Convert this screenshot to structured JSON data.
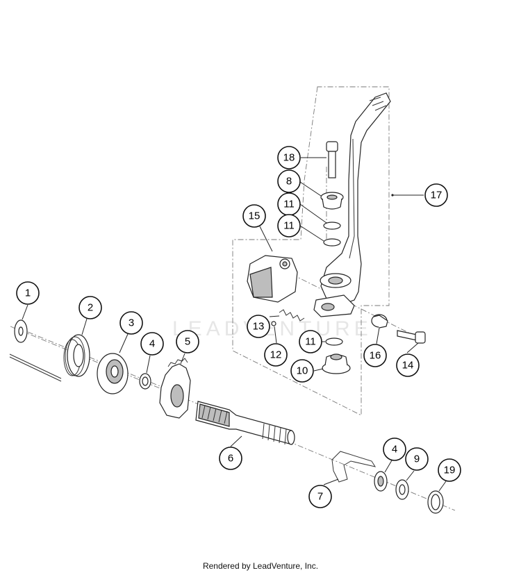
{
  "watermark": "LEADVENTURE",
  "footer": "Rendered by LeadVenture, Inc.",
  "callouts": [
    {
      "id": "c1",
      "label": "1"
    },
    {
      "id": "c2",
      "label": "2"
    },
    {
      "id": "c3",
      "label": "3"
    },
    {
      "id": "c4a",
      "label": "4"
    },
    {
      "id": "c5",
      "label": "5"
    },
    {
      "id": "c6",
      "label": "6"
    },
    {
      "id": "c7",
      "label": "7"
    },
    {
      "id": "c4b",
      "label": "4"
    },
    {
      "id": "c9",
      "label": "9"
    },
    {
      "id": "c19",
      "label": "19"
    },
    {
      "id": "c10",
      "label": "10"
    },
    {
      "id": "c11a",
      "label": "11"
    },
    {
      "id": "c11b",
      "label": "11"
    },
    {
      "id": "c11c",
      "label": "11"
    },
    {
      "id": "c12",
      "label": "12"
    },
    {
      "id": "c13",
      "label": "13"
    },
    {
      "id": "c14",
      "label": "14"
    },
    {
      "id": "c15",
      "label": "15"
    },
    {
      "id": "c16",
      "label": "16"
    },
    {
      "id": "c17",
      "label": "17"
    },
    {
      "id": "c18",
      "label": "18"
    },
    {
      "id": "c8",
      "label": "8"
    }
  ]
}
